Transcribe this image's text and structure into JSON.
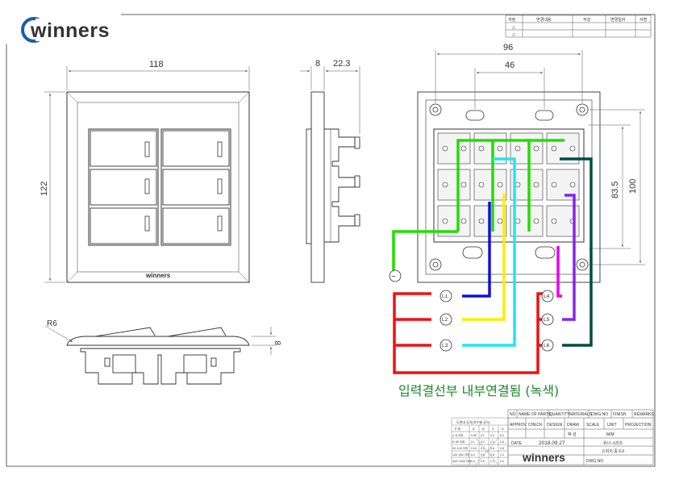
{
  "brand": {
    "logo_text": "winners",
    "faceplate_logo": "winners",
    "titleblock_logo": "winners"
  },
  "dimensions": {
    "front_width": "118",
    "front_height": "122",
    "side_plate": "8",
    "side_depth": "22.3",
    "bottom_radius": "R6",
    "bottom_height": "8",
    "rear_outer": "96",
    "rear_inner": "46",
    "rear_v1": "83.5",
    "rear_v2": "100"
  },
  "wiring": {
    "ac_symbol": "~",
    "terminals": [
      "L1",
      "L2",
      "L3",
      "L4",
      "L5",
      "L6"
    ],
    "note": "입력결선부 내부연결됨 (녹색)",
    "colors": {
      "common": "#22dd00",
      "input": "#ee1111",
      "L1": "#1111dd",
      "L2": "#ffee00",
      "L3": "#22e6f0",
      "L4": "#ee00ee",
      "L5": "#8822ee",
      "L6": "#004d40"
    }
  },
  "revision_table": {
    "headers": [
      "개정",
      "변경내용",
      "작성",
      "변경일자",
      "서명"
    ],
    "rows": [
      "△",
      "△"
    ]
  },
  "title_block": {
    "row1": [
      "NO",
      "NAME OF PARTS",
      "QUANTITY",
      "MATERIALS",
      "DWG.NO",
      "FINISH",
      "REMARKS"
    ],
    "row2": [
      "APPROV",
      "CHECK",
      "DESIGN",
      "DRAW",
      "SCALE",
      "UNIT",
      "PROJECTION"
    ],
    "drawer": "박 성",
    "unit": "M/M",
    "date_label": "DATE",
    "date": "2018.09.27",
    "product_line1": "위너 시리즈",
    "product_line2": "스위치 중 6구",
    "dwg_no_label": "DWG.NO"
  },
  "tolerance_table": {
    "title": "도면내 공차(치수별 공차)",
    "headers": [
      "구 분",
      "A",
      "B",
      "C",
      "D"
    ],
    "rows": [
      [
        "1~6 이하",
        "0.05",
        "0.1",
        "0.2",
        "0.3"
      ],
      [
        "6~30 이하",
        "0.1",
        "0.2",
        "0.3",
        "0.5"
      ],
      [
        "30~120 이하",
        "0.15",
        "0.3",
        "0.5",
        "0.8"
      ],
      [
        "120~400 이하",
        "0.2",
        "0.4",
        "0.8",
        "1.2"
      ],
      [
        "400~1000 이하",
        "0.3",
        "0.5",
        "1.2",
        "2.0"
      ]
    ]
  }
}
